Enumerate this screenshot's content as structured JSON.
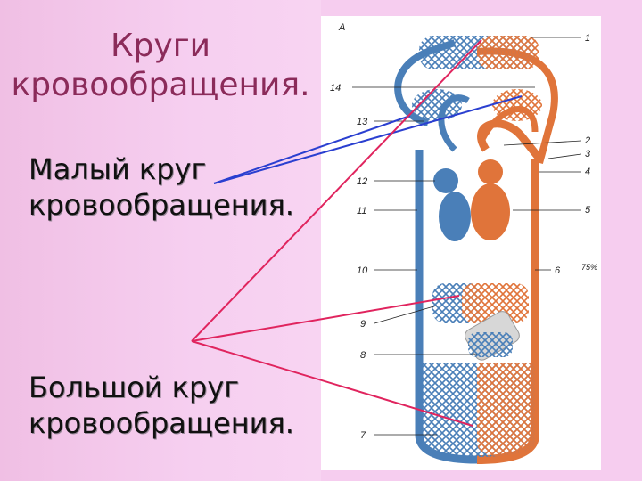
{
  "title": {
    "line1": "Круги",
    "line2": "кровообращения."
  },
  "labels": {
    "small_circle_line1": "Малый круг",
    "small_circle_line2": "кровообращения.",
    "big_circle_line1": "Большой круг",
    "big_circle_line2": "кровообращения."
  },
  "diagram": {
    "letter": "А",
    "numbers": [
      "1",
      "2",
      "3",
      "4",
      "5",
      "6",
      "7",
      "8",
      "9",
      "10",
      "11",
      "12",
      "13",
      "14"
    ],
    "scale_note": "75%"
  },
  "colors": {
    "venous": "#4a7fb8",
    "arterial": "#e0743a",
    "pointer_red": "#e0245e",
    "pointer_blue": "#2a3fd0"
  }
}
